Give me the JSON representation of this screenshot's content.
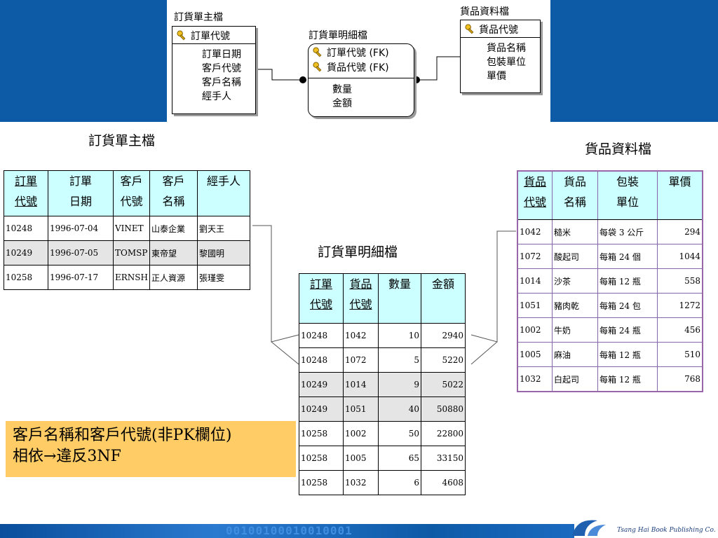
{
  "erd": {
    "order_master": {
      "title": "訂貨單主檔",
      "pk": "訂單代號",
      "fields": [
        "訂單日期",
        "客戶代號",
        "客戶名稱",
        "經手人"
      ]
    },
    "order_detail": {
      "title": "訂貨單明細檔",
      "keys": [
        "訂單代號 (FK)",
        "貨品代號 (FK)"
      ],
      "fields": [
        "數量",
        "金額"
      ]
    },
    "product": {
      "title": "貨品資料檔",
      "pk": "貨品代號",
      "fields": [
        "貨品名稱",
        "包裝單位",
        "單價"
      ]
    }
  },
  "order_master_table": {
    "caption": "訂貨單主檔",
    "headers": [
      "訂單\n代號",
      "訂單\n日期",
      "客戶\n代號",
      "客戶\n名稱",
      "經手人"
    ],
    "rows": [
      [
        "10248",
        "1996-07-04",
        "VINET",
        "山泰企業",
        "劉天王"
      ],
      [
        "10249",
        "1996-07-05",
        "TOMSP",
        "東帝望",
        "黎國明"
      ],
      [
        "10258",
        "1996-07-17",
        "ERNSH",
        "正人資源",
        "張瑾雯"
      ]
    ]
  },
  "order_detail_table": {
    "caption": "訂貨單明細檔",
    "headers": [
      "訂單\n代號",
      "貨品\n代號",
      "數量",
      "金額"
    ],
    "rows": [
      [
        "10248",
        "1042",
        "10",
        "2940"
      ],
      [
        "10248",
        "1072",
        "5",
        "5220"
      ],
      [
        "10249",
        "1014",
        "9",
        "5022"
      ],
      [
        "10249",
        "1051",
        "40",
        "50880"
      ],
      [
        "10258",
        "1002",
        "50",
        "22800"
      ],
      [
        "10258",
        "1005",
        "65",
        "33150"
      ],
      [
        "10258",
        "1032",
        "6",
        "4608"
      ]
    ]
  },
  "product_table": {
    "caption": "貨品資料檔",
    "headers": [
      "貨品\n代號",
      "貨品\n名稱",
      "包裝\n單位",
      "單價"
    ],
    "rows": [
      [
        "1042",
        "糙米",
        "每袋 3 公斤",
        "294"
      ],
      [
        "1072",
        "酸起司",
        "每箱 24 個",
        "1044"
      ],
      [
        "1014",
        "沙茶",
        "每箱 12 瓶",
        "558"
      ],
      [
        "1051",
        "豬肉乾",
        "每箱 24 包",
        "1272"
      ],
      [
        "1002",
        "牛奶",
        "每箱 24 瓶",
        "456"
      ],
      [
        "1005",
        "麻油",
        "每箱 12 瓶",
        "510"
      ],
      [
        "1032",
        "白起司",
        "每箱 12 瓶",
        "768"
      ]
    ]
  },
  "note": {
    "line1": "客戶名稱和客戶代號(非PK欄位)",
    "line2": "相依→違反3NF"
  },
  "footer": {
    "binary": "00100100010010001",
    "publisher": "Tsang Hai Book Publishing Co."
  },
  "colors": {
    "band": "#0d5aa7",
    "header_fill": "#ccffff",
    "gray_row": "#e5e5e5",
    "note_fill": "#ffcc66",
    "product_border": "#9966aa"
  }
}
